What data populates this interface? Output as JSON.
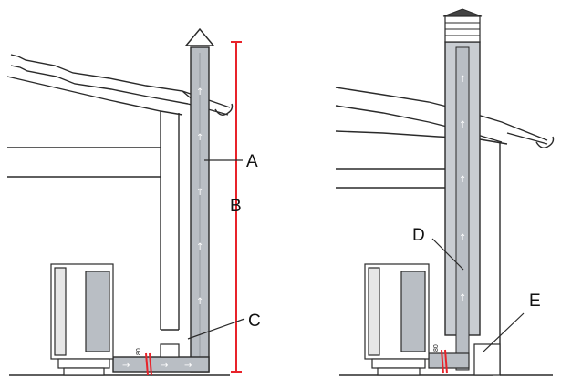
{
  "labels": {
    "a": "A",
    "b": "B",
    "c": "C",
    "d": "D",
    "e": "E"
  },
  "pipe_marks": {
    "left": "80",
    "right": "80"
  },
  "colors": {
    "pipe_fill": "#b9bec4",
    "outline": "#2a2a2a",
    "measure_red": "#e8232a",
    "insulation": "#c9cdd2"
  }
}
